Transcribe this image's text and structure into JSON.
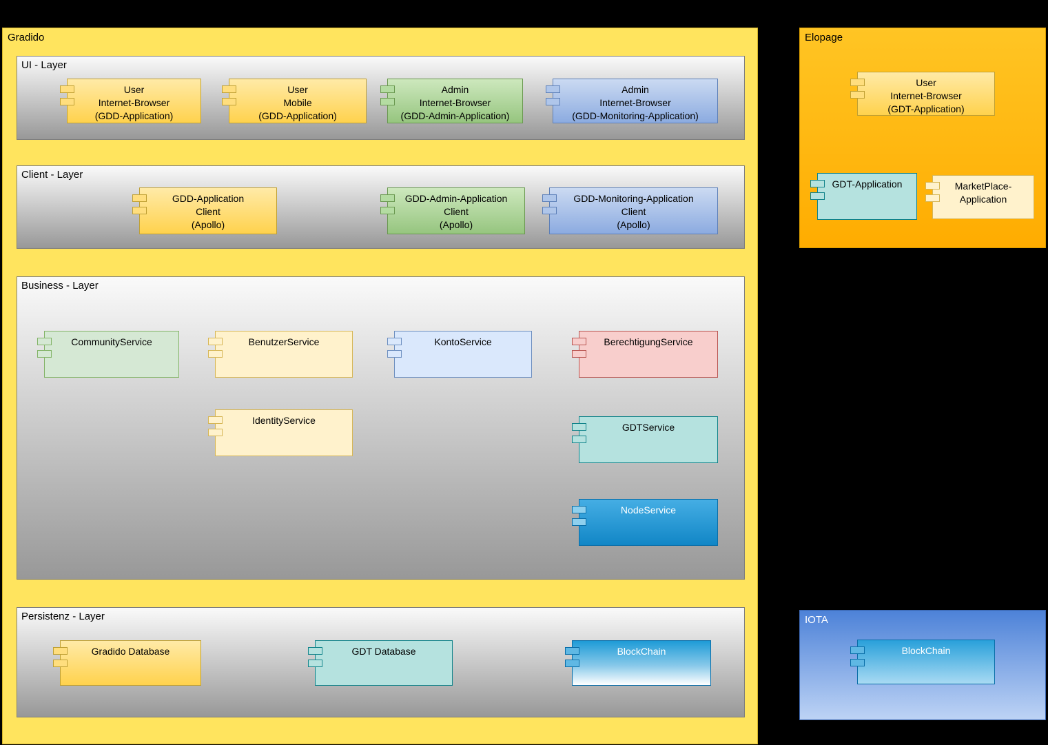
{
  "containers": {
    "gradido": {
      "label": "Gradido"
    },
    "elopage": {
      "label": "Elopage"
    },
    "iota": {
      "label": "IOTA"
    }
  },
  "layers": {
    "ui": {
      "label": "UI - Layer"
    },
    "client": {
      "label": "Client - Layer"
    },
    "business": {
      "label": "Business - Layer"
    },
    "persistenz": {
      "label": "Persistenz - Layer"
    }
  },
  "components": {
    "user_internet_browser_gdd": {
      "label": "User\nInternet-Browser\n(GDD-Application)",
      "color": "#FFD24D"
    },
    "user_mobile_gdd": {
      "label": "User\nMobile\n(GDD-Application)",
      "color": "#FFD24D"
    },
    "admin_internet_browser_gdd_admin": {
      "label": "Admin\nInternet-Browser\n(GDD-Admin-Application)",
      "color": "#96C57F"
    },
    "admin_internet_browser_gdd_monitoring": {
      "label": "Admin\nInternet-Browser\n(GDD-Monitoring-Application)",
      "color": "#8CABE0"
    },
    "gdd_application_client": {
      "label": "GDD-Application\nClient\n(Apollo)",
      "color": "#FFD24D"
    },
    "gdd_admin_application_client": {
      "label": "GDD-Admin-Application\nClient\n(Apollo)",
      "color": "#96C57F"
    },
    "gdd_monitoring_application_client": {
      "label": "GDD-Monitoring-Application\nClient\n(Apollo)",
      "color": "#8CABE0"
    },
    "community_service": {
      "label": "CommunityService",
      "color": "#D5E8D4"
    },
    "benutzer_service": {
      "label": "BenutzerService",
      "color": "#FFF2CC"
    },
    "konto_service": {
      "label": "KontoService",
      "color": "#DAE8FC"
    },
    "berechtigung_service": {
      "label": "BerechtigungService",
      "color": "#F8CECC"
    },
    "identity_service": {
      "label": "IdentityService",
      "color": "#FFF2CC"
    },
    "gdt_service": {
      "label": "GDTService",
      "color": "#B5E2DF"
    },
    "node_service": {
      "label": "NodeService",
      "color": "#1B9CD8"
    },
    "gradido_database": {
      "label": "Gradido Database",
      "color": "#FFD24D"
    },
    "gdt_database": {
      "label": "GDT Database",
      "color": "#B5E2DF"
    },
    "blockchain_gradido": {
      "label": "BlockChain",
      "color": "#1E9BD7"
    },
    "user_internet_browser_gdt": {
      "label": "User\nInternet-Browser\n(GDT-Application)",
      "color": "#FFD24D"
    },
    "gdt_application": {
      "label": "GDT-Application",
      "color": "#B5E2DF"
    },
    "marketplace_application": {
      "label": "MarketPlace-\nApplication",
      "color": "#FFF2CC"
    },
    "blockchain_iota": {
      "label": "BlockChain",
      "color": "#29A0DA"
    }
  },
  "palette": {
    "background": "#000000",
    "gradido_fill": "#FFE45E",
    "elopage_fill": "#FFB800",
    "iota_fill_top": "#4D82D8",
    "iota_fill_bottom": "#BDD3F5",
    "layer_fill_top": "#FAFAFA",
    "layer_fill_bottom": "#989898",
    "white_text": "#FFFFFF"
  }
}
